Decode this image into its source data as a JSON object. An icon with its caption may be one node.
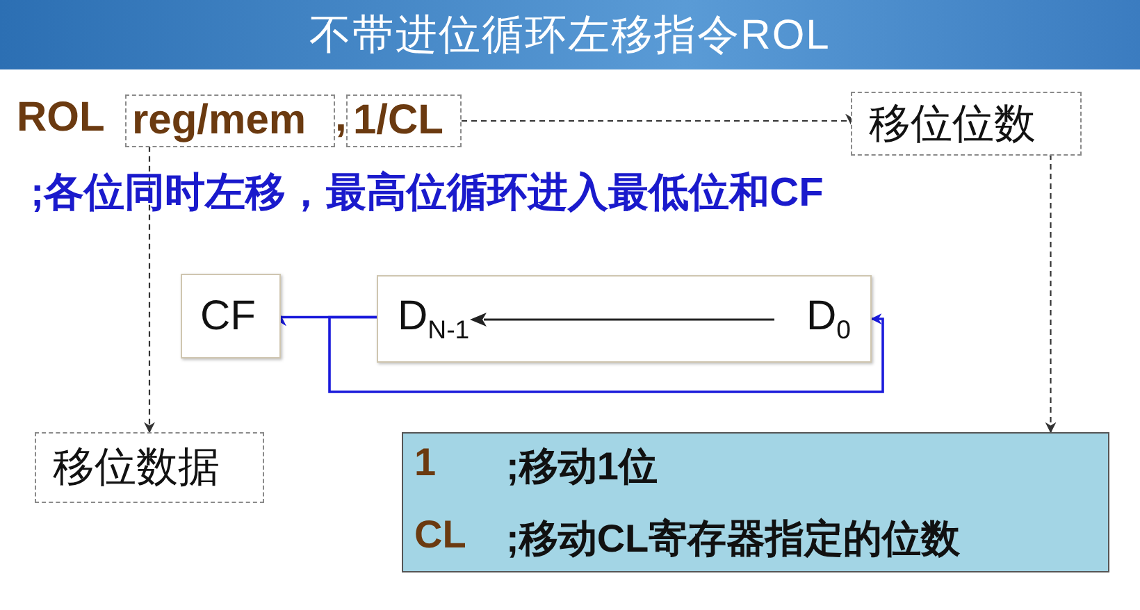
{
  "diagram": {
    "title": "不带进位循环左移指令ROL",
    "nodes": [
      {
        "text": [
          "reg/mem"
        ]
      },
      {
        "text": [
          "1/CL"
        ]
      },
      {
        "text": [
          "移位位数"
        ]
      },
      {
        "text": [
          "移位数据"
        ]
      },
      {
        "text": [
          "CF"
        ]
      },
      {
        "text": [
          "D$_{N-1}$",
          "D$_{0}$"
        ]
      },
      {
        "text": [
          "1",
          ";移动1位",
          "CL",
          ";移动CL寄存器指定的位数"
        ]
      }
    ],
    "edges": [
      {
        "from": 1,
        "to": 2,
        "arrow": "to",
        "style": "dashed"
      },
      {
        "from": 0,
        "to": 3,
        "arrow": "to",
        "style": "dashed"
      },
      {
        "from": 2,
        "to": 6,
        "arrow": "to",
        "style": "dashed"
      },
      {
        "from": 5,
        "to": 4,
        "arrow": "to",
        "color": "#1a1adb"
      },
      {
        "from": 5,
        "to": 5,
        "arrow": "to",
        "color": "#1a1adb"
      }
    ],
    "labels": [
      "ROL",
      ",",
      ";各位同时左移，最高位循环进入最低位和CF"
    ]
  }
}
